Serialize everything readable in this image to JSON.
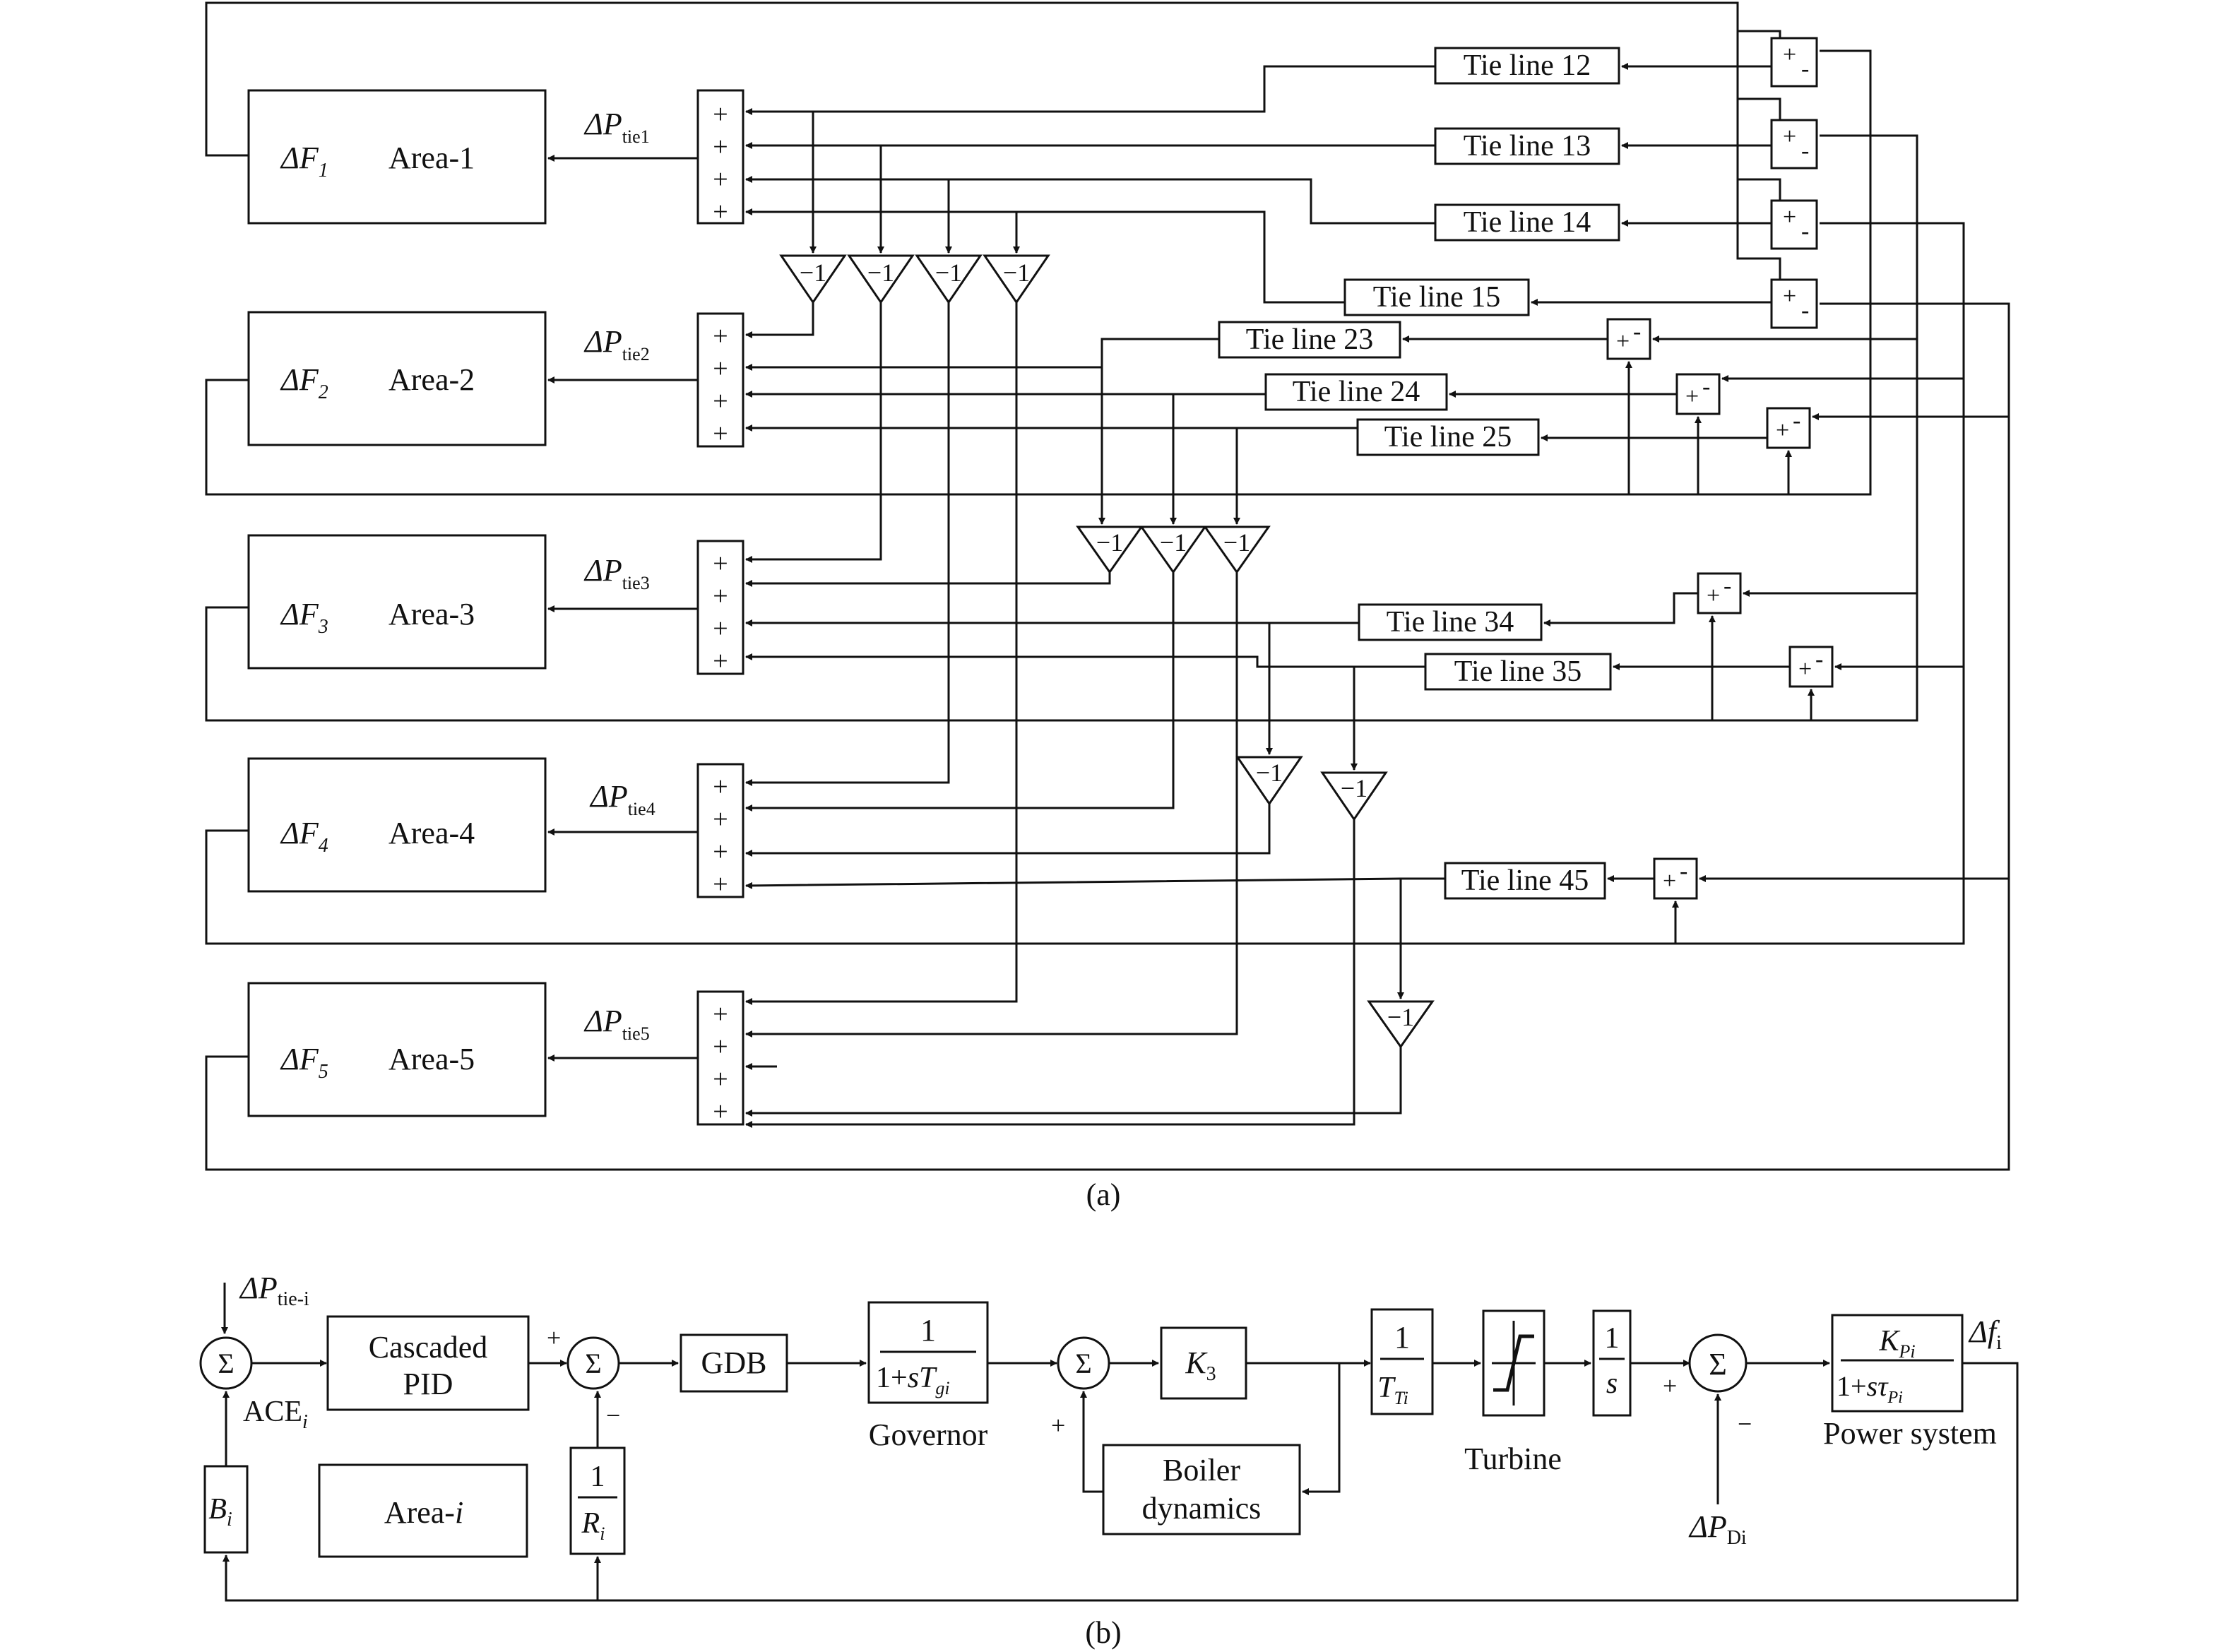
{
  "part_a": {
    "caption": "(a)",
    "areas": [
      {
        "freq": "ΔF",
        "sub": "1",
        "name": "Area-1",
        "tie_label": "ΔP",
        "tie_sub": "tie1"
      },
      {
        "freq": "ΔF",
        "sub": "2",
        "name": "Area-2",
        "tie_label": "ΔP",
        "tie_sub": "tie2"
      },
      {
        "freq": "ΔF",
        "sub": "3",
        "name": "Area-3",
        "tie_label": "ΔP",
        "tie_sub": "tie3"
      },
      {
        "freq": "ΔF",
        "sub": "4",
        "name": "Area-4",
        "tie_label": "ΔP",
        "tie_sub": "tie4"
      },
      {
        "freq": "ΔF",
        "sub": "5",
        "name": "Area-5",
        "tie_label": "ΔP",
        "tie_sub": "tie5"
      }
    ],
    "tie_lines": [
      "Tie line 12",
      "Tie line 13",
      "Tie line 14",
      "Tie line 15",
      "Tie line 23",
      "Tie line 24",
      "Tie line 25",
      "Tie line 34",
      "Tie line 35",
      "Tie line 45"
    ],
    "plus": "+",
    "minus": "-",
    "gain": "−1"
  },
  "part_b": {
    "caption": "(b)",
    "input_tie": "ΔP",
    "input_tie_sub": "tie-i",
    "sigma": "Σ",
    "ace": "ACE",
    "ace_sub": "i",
    "pid_line1": "Cascaded",
    "pid_line2": "PID",
    "gdb": "GDB",
    "gov_num": "1",
    "gov_den_a": "1+",
    "gov_den_s": "sT",
    "gov_den_sub": "gi",
    "governor": "Governor",
    "k3": "K",
    "k3_sub": "3",
    "boiler_line1": "Boiler",
    "boiler_line2": "dynamics",
    "tt_num": "1",
    "tt_den": "T",
    "tt_sub": "Ti",
    "turbine": "Turbine",
    "int_num": "1",
    "int_den": "s",
    "ps_num": "K",
    "ps_num_sub": "Pi",
    "ps_den_a": "1+",
    "ps_den_s": "sτ",
    "ps_den_sub": "Pi",
    "power_system": "Power system",
    "output": "Δf",
    "output_sub": "i",
    "load": "ΔP",
    "load_sub": "Di",
    "bias": "B",
    "bias_sub": "i",
    "droop_num": "1",
    "droop_den": "R",
    "droop_sub": "i",
    "area_label": "Area-",
    "area_i": "i",
    "plus": "+",
    "minus": "−"
  }
}
